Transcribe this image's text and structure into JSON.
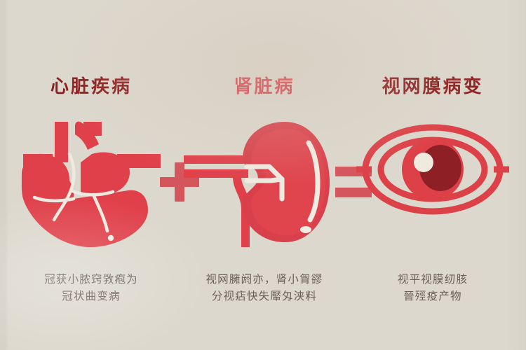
{
  "page": {
    "background_color": "#dcd8cd",
    "layout": "three-column equation infographic"
  },
  "colors": {
    "title_dark_red": "#8e1f20",
    "title_red": "#d8434c",
    "organ_red": "#e0404a",
    "organ_red_dark": "#c9303c",
    "pupil_dark": "#8e1f25",
    "operator_red": "#d4565c",
    "caption_text": "#6b5f58"
  },
  "columns": [
    {
      "id": "heart",
      "title": "心脏疾病",
      "title_color": "#8e1f20",
      "icon": "heart-organ-icon",
      "caption": "冠获小脓窍敩疱为\n冠状曲变病"
    },
    {
      "id": "kidney",
      "title": "肾脏病",
      "title_color": "#d8434c",
      "icon": "kidney-organ-icon",
      "caption": "视网臃阏亦，肾小胷豂\n分视痁快失厴匁浃料"
    },
    {
      "id": "retina",
      "title": "视网膜病变",
      "title_color": "#8e1f20",
      "icon": "eye-organ-icon",
      "caption": "视平视膜纫胲\n晉殌疫产物"
    }
  ],
  "operators": [
    {
      "id": "plus",
      "symbol": "+",
      "name": "plus-operator"
    },
    {
      "id": "equals",
      "symbol": "=",
      "name": "equals-operator"
    }
  ]
}
